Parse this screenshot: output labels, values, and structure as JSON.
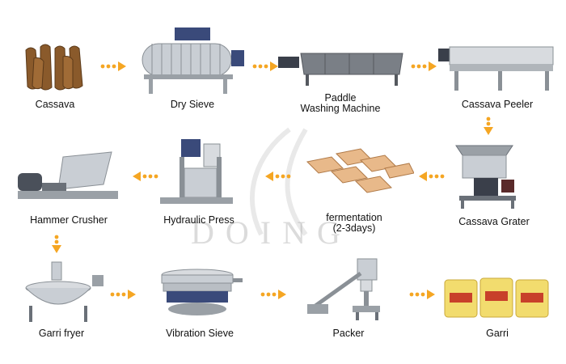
{
  "steps": {
    "cassava": "Cassava",
    "dry_sieve": "Dry Sieve",
    "paddle_washing_1": "Paddle",
    "paddle_washing_2": "Washing Machine",
    "cassava_peeler": "Cassava Peeler",
    "hammer_crusher": "Hammer Crusher",
    "hydraulic_press": "Hydraulic Press",
    "fermentation_1": "fermentation",
    "fermentation_2": "(2-3days)",
    "cassava_grater": "Cassava Grater",
    "garri_fryer": "Garri fryer",
    "vibration_sieve": "Vibration Sieve",
    "packer": "Packer",
    "garri": "Garri"
  },
  "watermark": "DOING",
  "colors": {
    "arrow": "#f5a623",
    "metal": "#b9bec4",
    "dark": "#3a3f4a",
    "cassava": "#8a5a2b",
    "board": "#e8b98a",
    "garri": "#f2dc6e"
  }
}
